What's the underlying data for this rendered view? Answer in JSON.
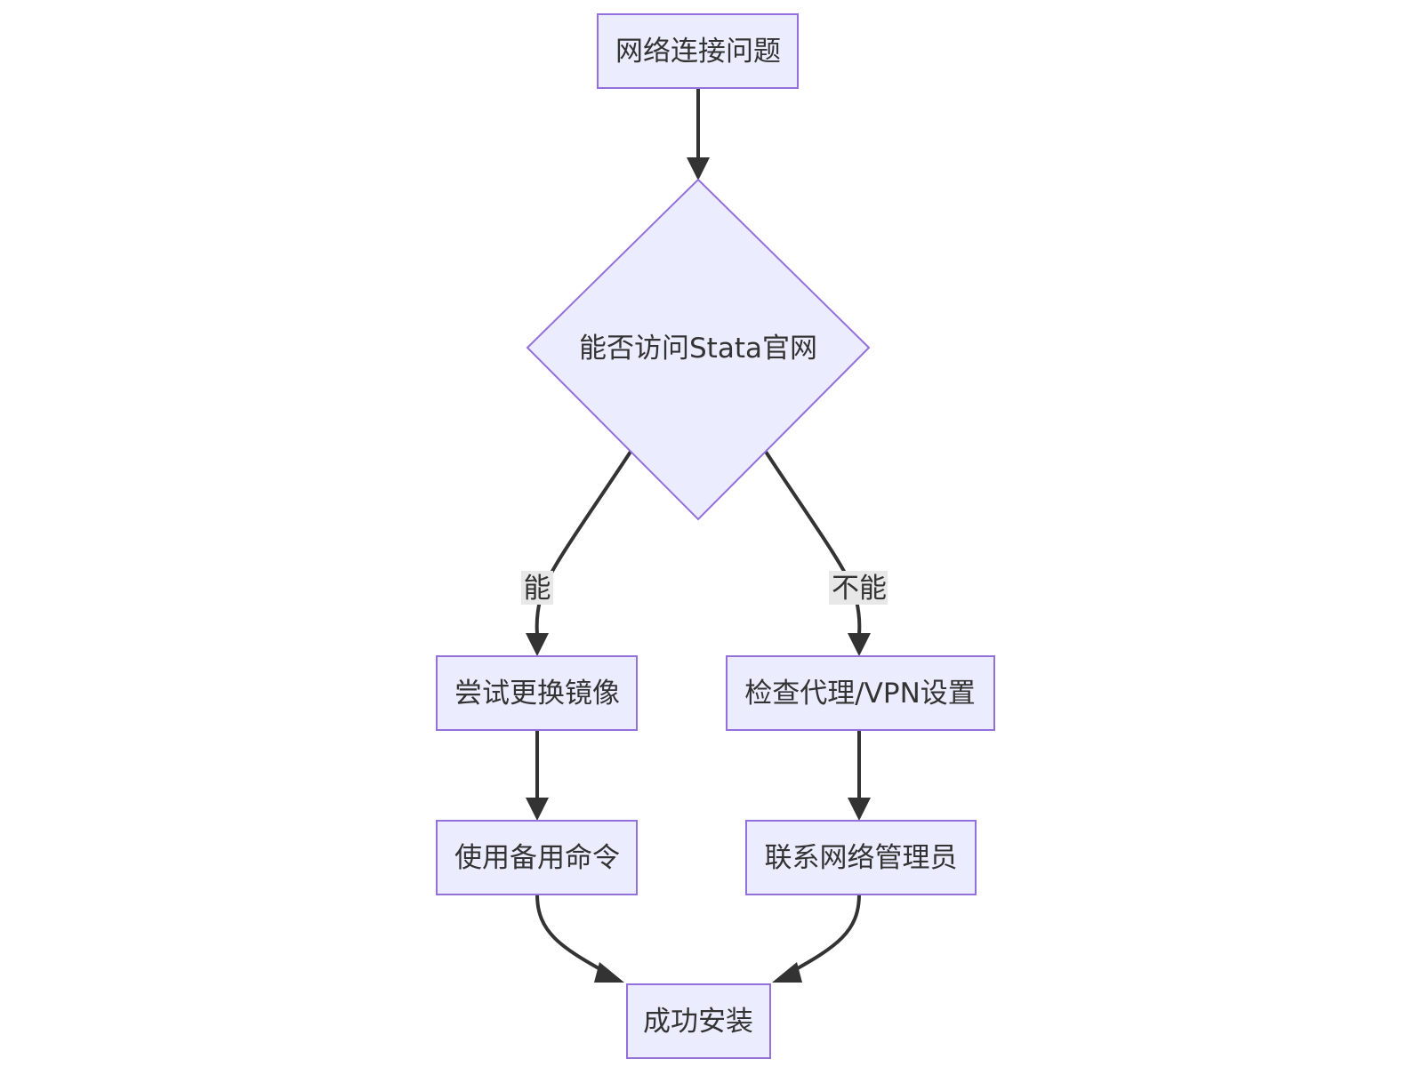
{
  "diagram": {
    "type": "flowchart",
    "nodes": {
      "start": {
        "label": "网络连接问题"
      },
      "decision": {
        "label": "能否访问Stata官网"
      },
      "mirror": {
        "label": "尝试更换镜像"
      },
      "proxy": {
        "label": "检查代理/VPN设置"
      },
      "alt_command": {
        "label": "使用备用命令"
      },
      "contact_admin": {
        "label": "联系网络管理员"
      },
      "success": {
        "label": "成功安装"
      }
    },
    "edges": {
      "yes_label": "能",
      "no_label": "不能"
    },
    "colors": {
      "node_fill": "#ececff",
      "node_border": "#9370db",
      "edge": "#333333",
      "edge_label_background": "#e8e8e8",
      "text": "#333333"
    }
  }
}
